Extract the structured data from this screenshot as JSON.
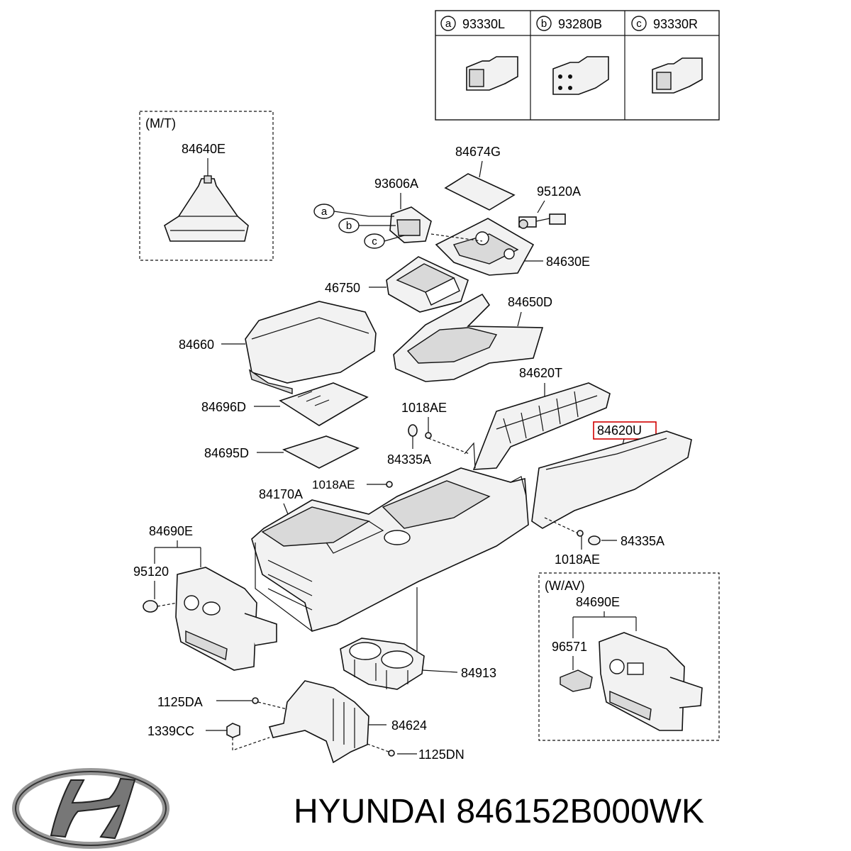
{
  "legend": {
    "items": [
      {
        "letter": "a",
        "code": "93330L"
      },
      {
        "letter": "b",
        "code": "93280B"
      },
      {
        "letter": "c",
        "code": "93330R"
      }
    ]
  },
  "groups": {
    "mt_label": "(M/T)",
    "wav_label": "(W/AV)"
  },
  "callouts": {
    "a": "a",
    "b": "b",
    "c": "c"
  },
  "parts": {
    "p84640E": "84640E",
    "p84674G": "84674G",
    "p93606A": "93606A",
    "p95120A": "95120A",
    "p84630E": "84630E",
    "p46750": "46750",
    "p84650D": "84650D",
    "p84660": "84660",
    "p84620T": "84620T",
    "p84696D": "84696D",
    "p1018AE_top": "1018AE",
    "p84620U": "84620U",
    "p84335A_left": "84335A",
    "p84695D": "84695D",
    "p84170A": "84170A",
    "p1018AE_mid": "1018AE",
    "p84690E_left": "84690E",
    "p84335A_right": "84335A",
    "p95120": "95120",
    "p1018AE_right": "1018AE",
    "p84690E_right": "84690E",
    "p96571": "96571",
    "p84913": "84913",
    "p1125DA": "1125DA",
    "p84624": "84624",
    "p1339CC": "1339CC",
    "p1125DN": "1125DN"
  },
  "highlight_color": "#d00000",
  "footer": {
    "brand_text": "HYUNDAI 846152B000WK",
    "logo_icon": "hyundai-logo-icon"
  }
}
